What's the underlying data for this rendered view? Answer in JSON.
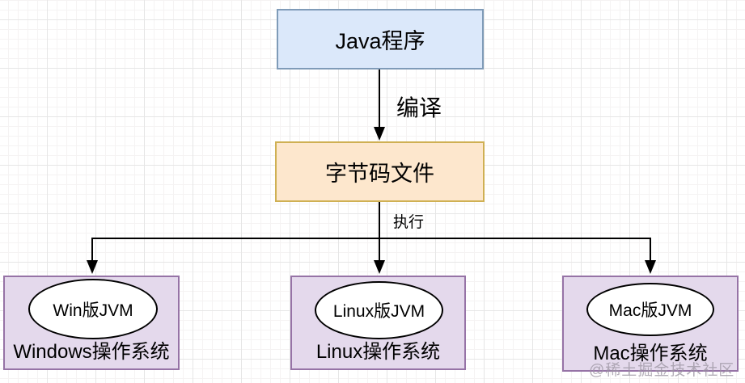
{
  "diagram": {
    "nodes": {
      "java": {
        "label": "Java程序"
      },
      "bytecode": {
        "label": "字节码文件"
      },
      "windows": {
        "jvm": "Win版JVM",
        "os": "Windows操作系统"
      },
      "linux": {
        "jvm": "Linux版JVM",
        "os": "Linux操作系统"
      },
      "mac": {
        "jvm": "Mac版JVM",
        "os": "Mac操作系统"
      }
    },
    "edges": {
      "compile": "编译",
      "execute": "执行"
    }
  },
  "watermark": {
    "text": "@稀土掘金技术社区"
  },
  "colors": {
    "java-fill": "#dbe8fa",
    "java-border": "#7f9bb8",
    "bytecode-fill": "#fde7cd",
    "bytecode-border": "#cfb053",
    "os-fill": "#e4d9ec",
    "os-border": "#9673a6",
    "ellipse-fill": "#ffffff",
    "line": "#000000",
    "grid-minor": "#f5f3f3",
    "grid-major": "#e6e6e6",
    "watermark": "#9b94a1"
  }
}
